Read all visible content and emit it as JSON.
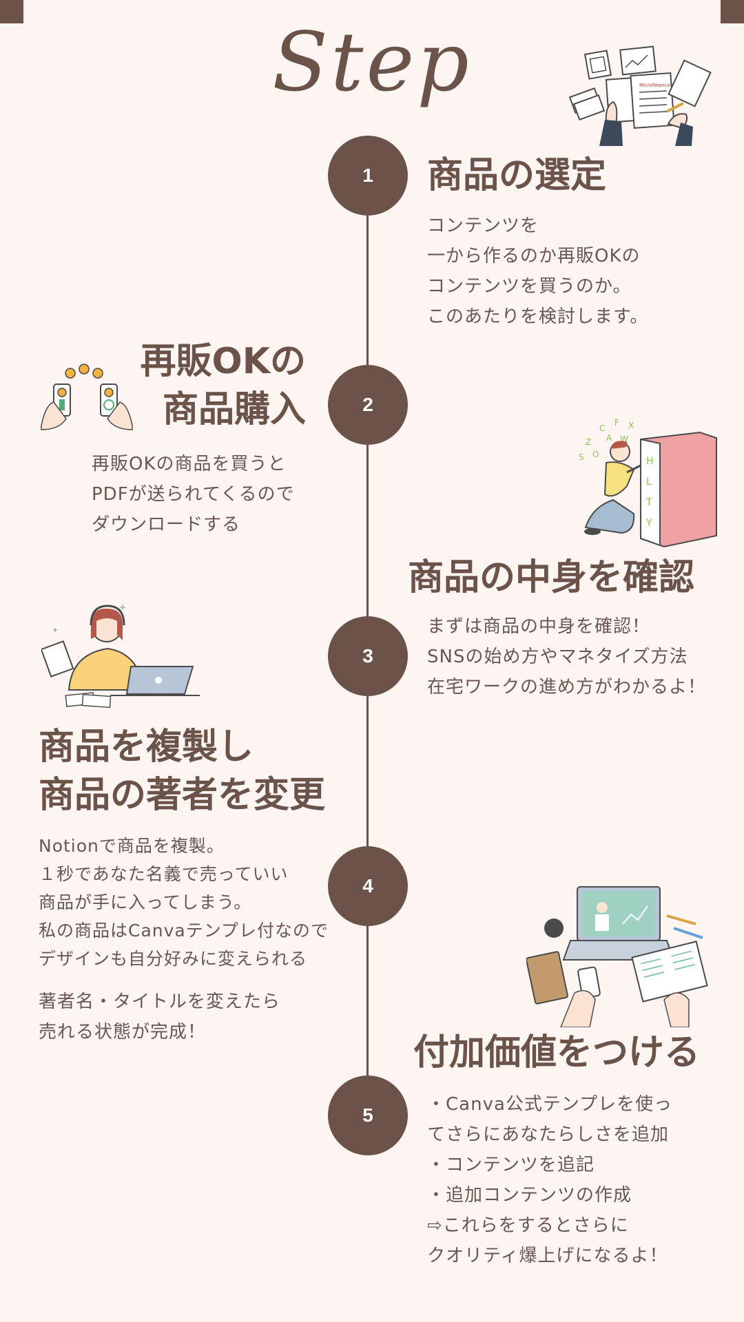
{
  "title": "Step",
  "steps": [
    {
      "number": "1",
      "heading": "商品の選定",
      "text": "コンテンツを\n一から作るのか再販OKの\nコンテンツを買うのか。\nこのあたりを検討します。"
    },
    {
      "number": "2",
      "heading": "再販OKの\n商品購入",
      "text": "再販OKの商品を買うと\nPDFが送られてくるので\nダウンロードする"
    },
    {
      "number": "3",
      "heading": "商品の中身を確認",
      "text": "まずは商品の中身を確認！\nSNSの始め方やマネタイズ方法\n在宅ワークの進め方がわかるよ！"
    },
    {
      "number": "4",
      "heading": "商品を複製し\n商品の著者を変更",
      "text": "Notionで商品を複製。\n１秒であなた名義で売っていい\n商品が手に入ってしまう。\n私の商品はCanvaテンプレ付なので\nデザインも自分好みに変えられる",
      "text2": "著者名・タイトルを変えたら\n売れる状態が完成！"
    },
    {
      "number": "5",
      "heading": "付加価値をつける",
      "text": "・Canva公式テンプレを使っ\nてさらにあなたらしさを追加\n・コンテンツを追記\n・追加コンテンツの作成\n⇨これらをするとさらに\nクオリティ爆上げになるよ！"
    }
  ],
  "illustrations": {
    "documents": {
      "icon": "documents-hands-illustration",
      "label": "Microfinance"
    },
    "money_phones": {
      "icon": "money-transfer-phones-illustration"
    },
    "book": {
      "icon": "person-reading-book-illustration"
    },
    "headset_worker": {
      "icon": "headset-worker-laptop-illustration"
    },
    "workspace": {
      "icon": "laptop-workspace-illustration"
    }
  },
  "colors": {
    "accent": "#6b534a",
    "background": "#fdf5f2",
    "text": "#6c5651"
  }
}
